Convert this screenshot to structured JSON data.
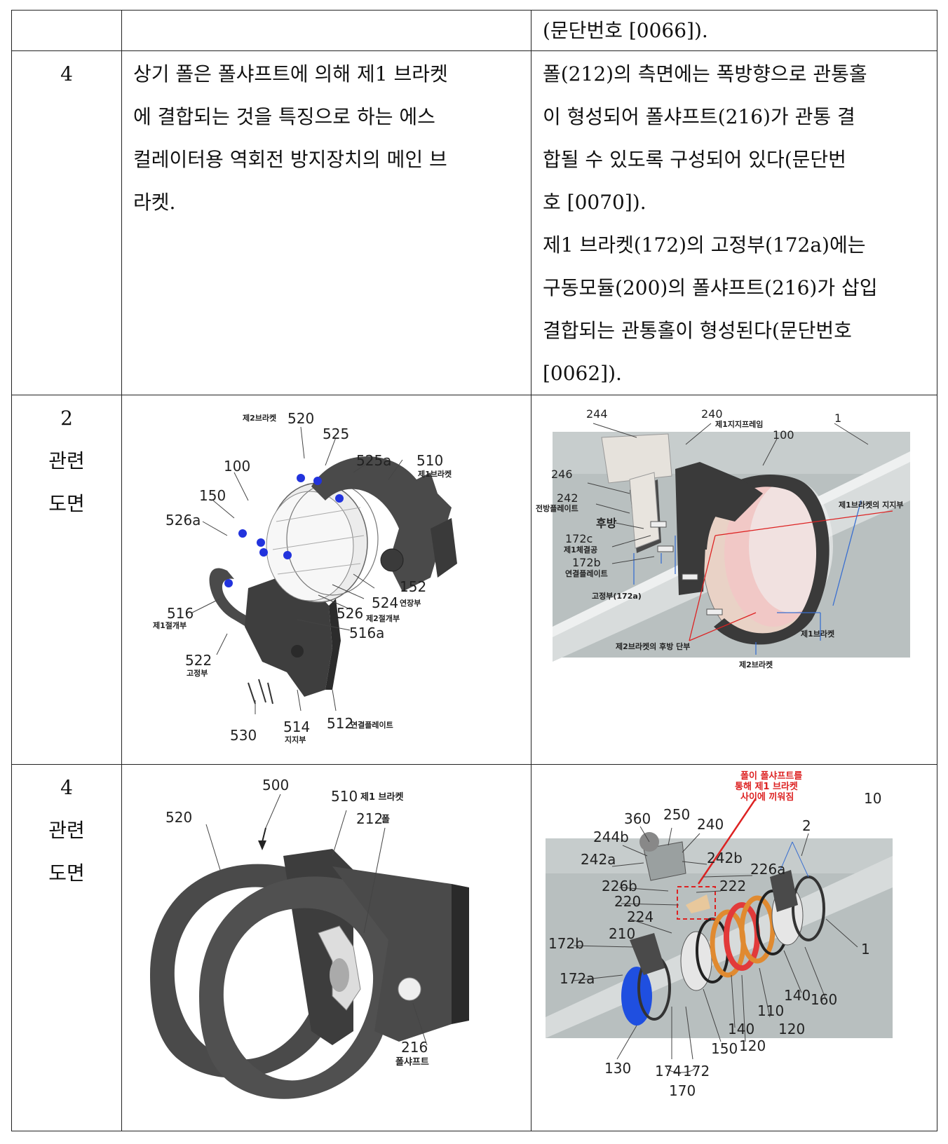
{
  "rows": [
    {
      "col1": "",
      "col2": "",
      "col3": [
        "(문단번호 [0066])."
      ]
    },
    {
      "col1": "4",
      "col2": [
        "상기 폴은 폴샤프트에 의해 제1 브라켓",
        "에 결합되는 것을 특징으로 하는 에스",
        "컬레이터용 역회전 방지장치의 메인 브",
        "라켓."
      ],
      "col3": [
        "폴(212)의 측면에는 폭방향으로 관통홀",
        "이 형성되어 폴샤프트(216)가 관통 결",
        "합될 수 있도록 구성되어 있다(문단번",
        "호 [0070]).",
        "제1 브라켓(172)의 고정부(172a)에는",
        "구동모듈(200)의 폴샤프트(216)가 삽입",
        "결합되는 관통홀이 형성된다(문단번호",
        "[0062])."
      ]
    },
    {
      "col1": [
        "2",
        "관련",
        "도면"
      ]
    },
    {
      "col1": [
        "4",
        "관련",
        "도면"
      ]
    }
  ],
  "fig1": {
    "labels": [
      "제2브라켓",
      "520",
      "525",
      "525a",
      "510",
      "제1브라켓",
      "100",
      "150",
      "526a",
      "152",
      "524",
      "연장부",
      "526",
      "제2절개부",
      "516",
      "제1절개부",
      "516a",
      "522",
      "고정부",
      "530",
      "514",
      "지지부",
      "512",
      "연결플레이트"
    ]
  },
  "fig2": {
    "labels": [
      "244",
      "240",
      "제1지지프레임",
      "1",
      "100",
      "246",
      "242",
      "전방플레이트",
      "후방",
      "172c",
      "제1체결공",
      "172b",
      "연결플레이트",
      "고정부(172a)",
      "제1브라켓의 지지부",
      "제2브라켓의 후방 단부",
      "제1브라켓",
      "제2브라켓"
    ]
  },
  "fig3": {
    "labels": [
      "500",
      "510",
      "제1 브라켓",
      "520",
      "212",
      "폴",
      "216",
      "폴샤프트"
    ]
  },
  "fig4": {
    "callout": [
      "폴이 폴샤프트를",
      "통해 제1 브라켓",
      "사이에 끼워짐"
    ],
    "labels": [
      "10",
      "360",
      "250",
      "240",
      "244b",
      "2",
      "242a",
      "242b",
      "226a",
      "226b",
      "222",
      "220",
      "224",
      "210",
      "172b",
      "172a",
      "1",
      "140",
      "160",
      "110",
      "120",
      "140",
      "120",
      "150",
      "130",
      "174",
      "172",
      "170"
    ]
  },
  "colors": {
    "border": "#222222",
    "bracket": "#4a4a4a",
    "bolt": "#2233dd",
    "callout": "#dd2222",
    "orange": "#e08a30"
  }
}
